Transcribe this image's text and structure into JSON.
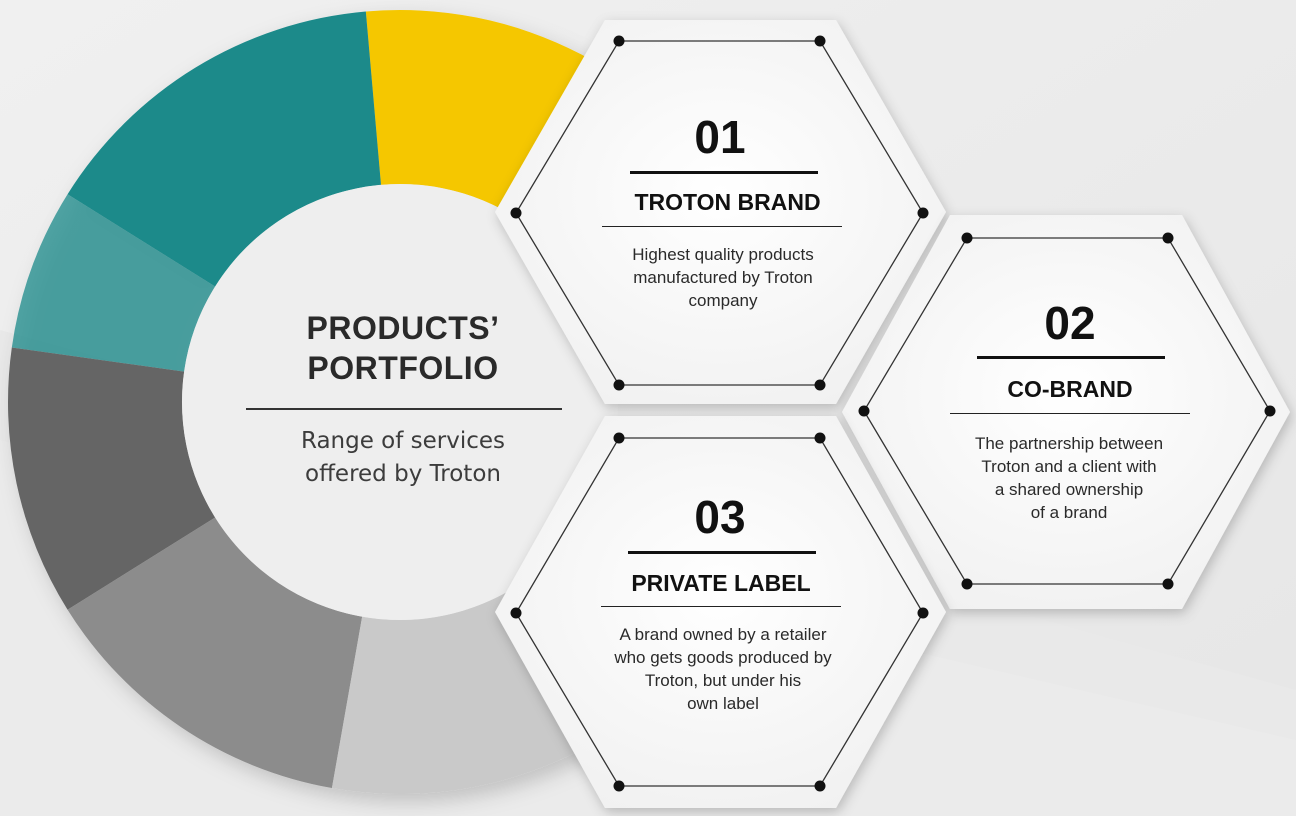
{
  "center": {
    "title_line1": "PRODUCTS’",
    "title_line2": "PORTFOLIO",
    "subtitle_line1": "Range of services",
    "subtitle_line2": "offered by Troton"
  },
  "ring_colors": {
    "yellow": "#F5C700",
    "teal": "#1A8A8A",
    "dark_gray": "#656565",
    "mid_gray": "#8C8C8C",
    "light_gray": "#C9C9C9"
  },
  "hexagons": [
    {
      "number": "01",
      "title": "TROTON BRAND",
      "description": [
        "Highest quality products",
        "manufactured by Troton",
        "company"
      ]
    },
    {
      "number": "02",
      "title": "CO-BRAND",
      "description": [
        "The partnership between",
        "Troton and a client with",
        "a shared ownership",
        "of a brand"
      ]
    },
    {
      "number": "03",
      "title": "PRIVATE LABEL",
      "description": [
        "A brand owned by a retailer",
        "who gets goods produced by",
        "Troton, but under his",
        "own label"
      ]
    }
  ]
}
